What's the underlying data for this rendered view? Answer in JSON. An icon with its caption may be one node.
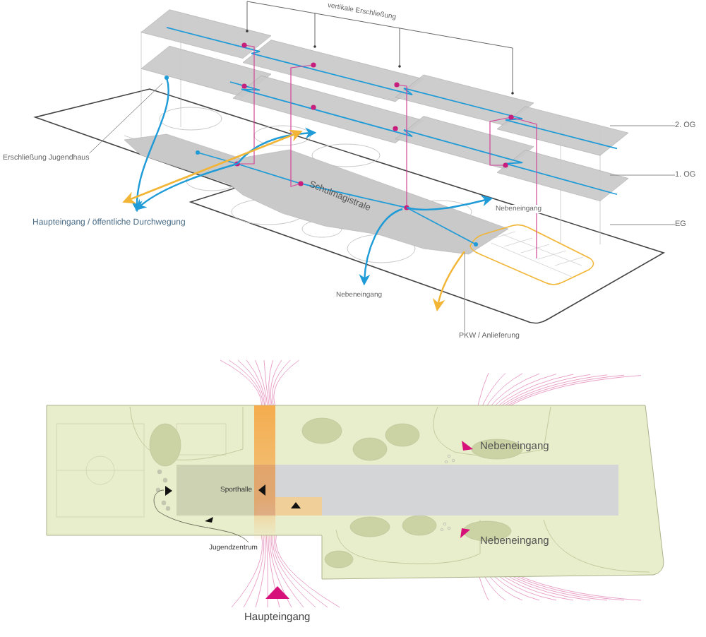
{
  "diagram": {
    "nodes": [
      {
        "text": [
          "2. OG"
        ]
      },
      {
        "text": [
          "Erschließung Jugendhaus"
        ]
      },
      {
        "text": [
          "1. OG"
        ]
      },
      {
        "text": [
          "EG"
        ]
      },
      {
        "text": [
          "PKW / Anlieferung"
        ]
      }
    ],
    "edges": [
      {
        "from": 0,
        "to": null,
        "arrow": "none"
      },
      {
        "from": 1,
        "to": null,
        "arrow": "none"
      },
      {
        "from": 2,
        "to": null,
        "arrow": "none"
      },
      {
        "from": 3,
        "to": null,
        "arrow": "none"
      },
      {
        "from": 4,
        "to": null,
        "arrow": "none"
      }
    ],
    "labels": [
      "vertikale Erschließung",
      "Schulmagistrale",
      "Nebeneingang",
      "Haupteingang / öffentliche Durchwegung",
      "Nebeneingang",
      "Nebeneingang",
      "Sporthalle",
      "Nebeneingang",
      "Jugendzentrum",
      "Haupteingang"
    ]
  }
}
